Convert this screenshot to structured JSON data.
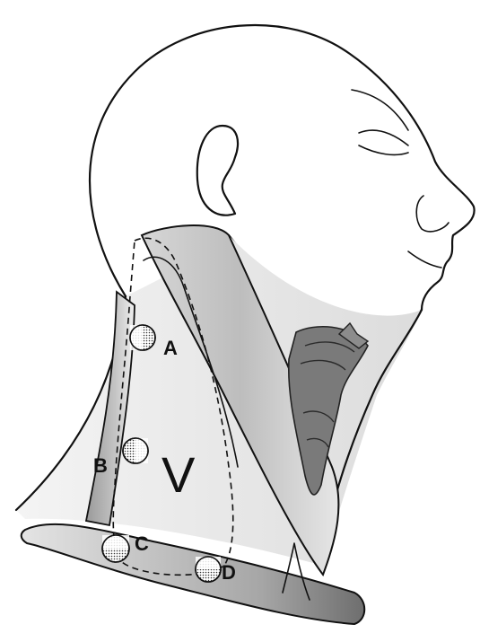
{
  "diagram": {
    "region_label": "V",
    "points": [
      {
        "id": "A",
        "label": "A"
      },
      {
        "id": "B",
        "label": "B"
      },
      {
        "id": "C",
        "label": "C"
      },
      {
        "id": "D",
        "label": "D"
      }
    ]
  }
}
